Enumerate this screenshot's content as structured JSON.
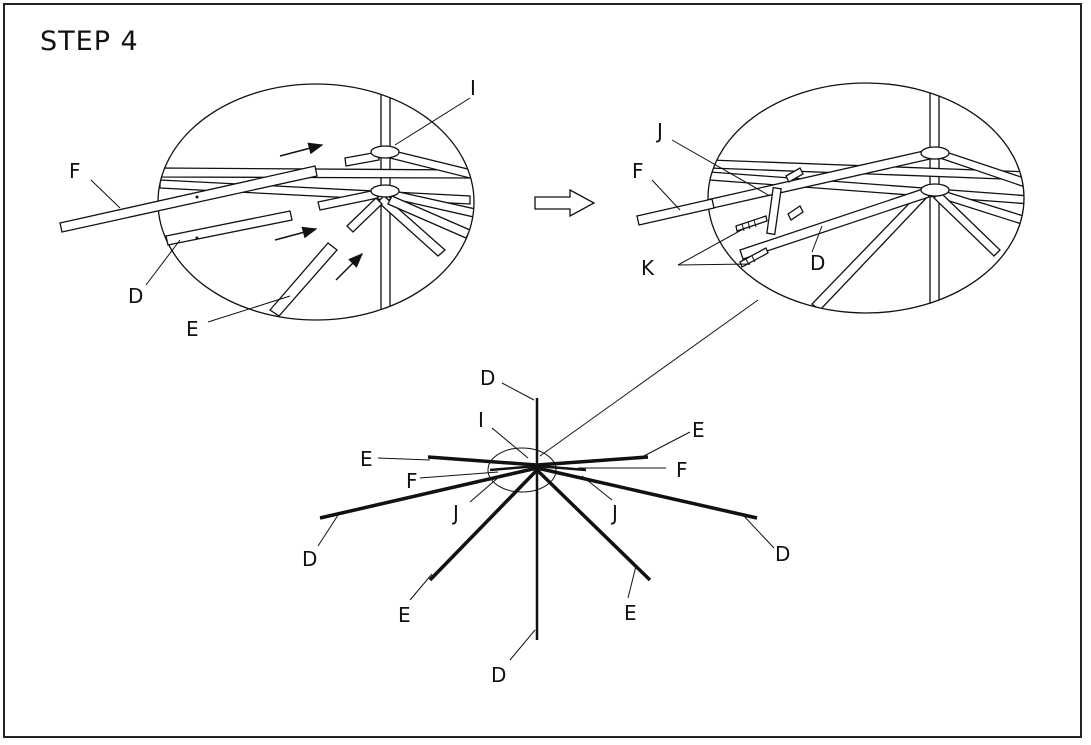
{
  "step_title": "STEP 4",
  "colors": {
    "ink": "#111111",
    "background": "#ffffff"
  },
  "left_detail": {
    "labels": {
      "F": "F",
      "D": "D",
      "E": "E",
      "I": "I"
    }
  },
  "right_detail": {
    "labels": {
      "J": "J",
      "F": "F",
      "K": "K",
      "D": "D"
    }
  },
  "overview": {
    "labels": {
      "D_top": "D",
      "I": "I",
      "E_right_top": "E",
      "E_left_top": "E",
      "F_right": "F",
      "F_left": "F",
      "J_left": "J",
      "J_right": "J",
      "D_left": "D",
      "D_right": "D",
      "E_left_bottom": "E",
      "E_right_bottom": "E",
      "D_bottom": "D"
    }
  }
}
